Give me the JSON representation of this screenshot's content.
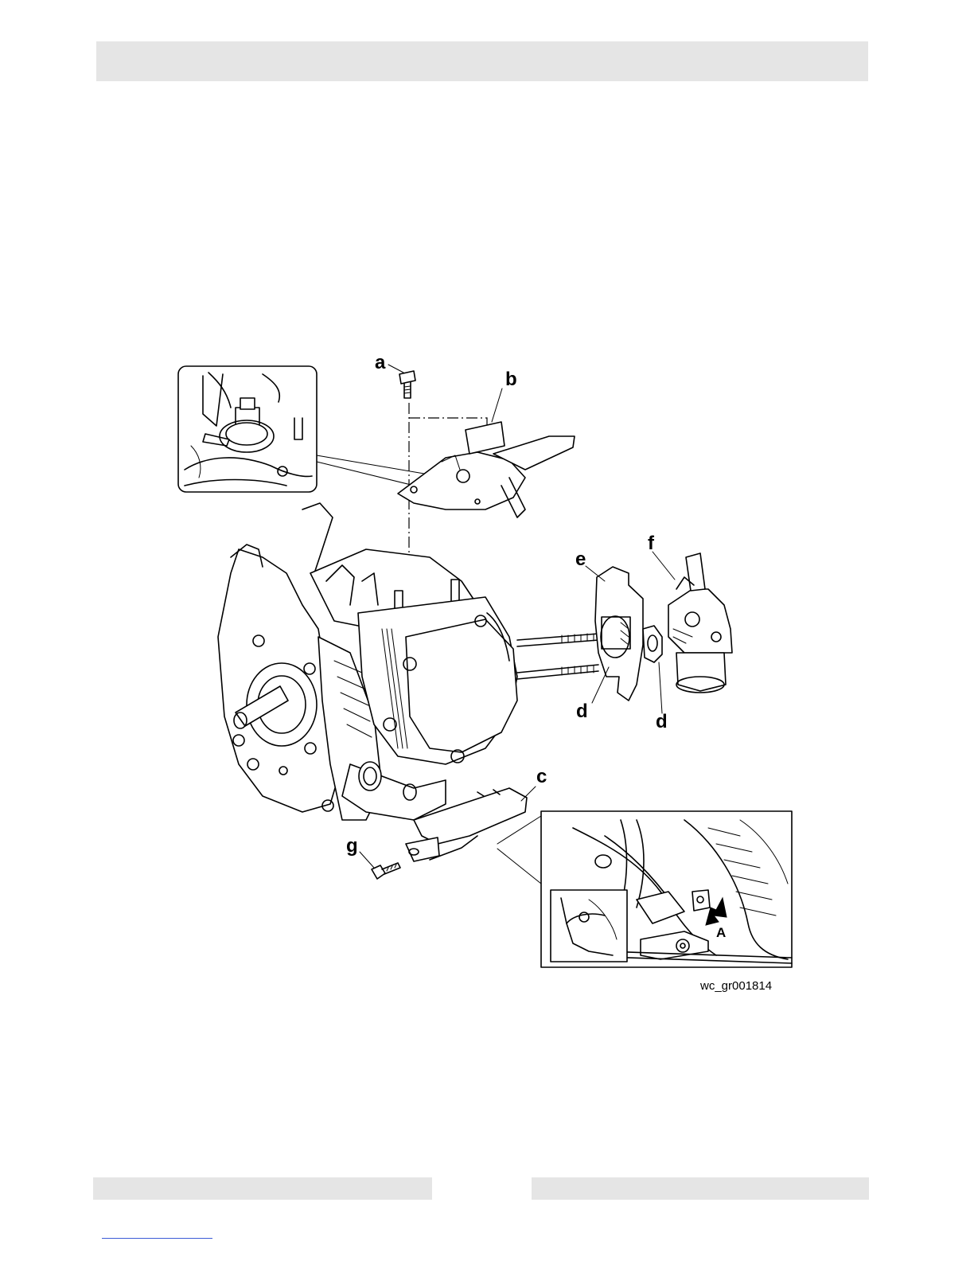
{
  "figure": {
    "callouts": {
      "a": "a",
      "b": "b",
      "c": "c",
      "d1": "d",
      "d2": "d",
      "e": "e",
      "f": "f",
      "g": "g"
    },
    "inset_arrow_label": "A",
    "figure_id": "wc_gr001814"
  }
}
